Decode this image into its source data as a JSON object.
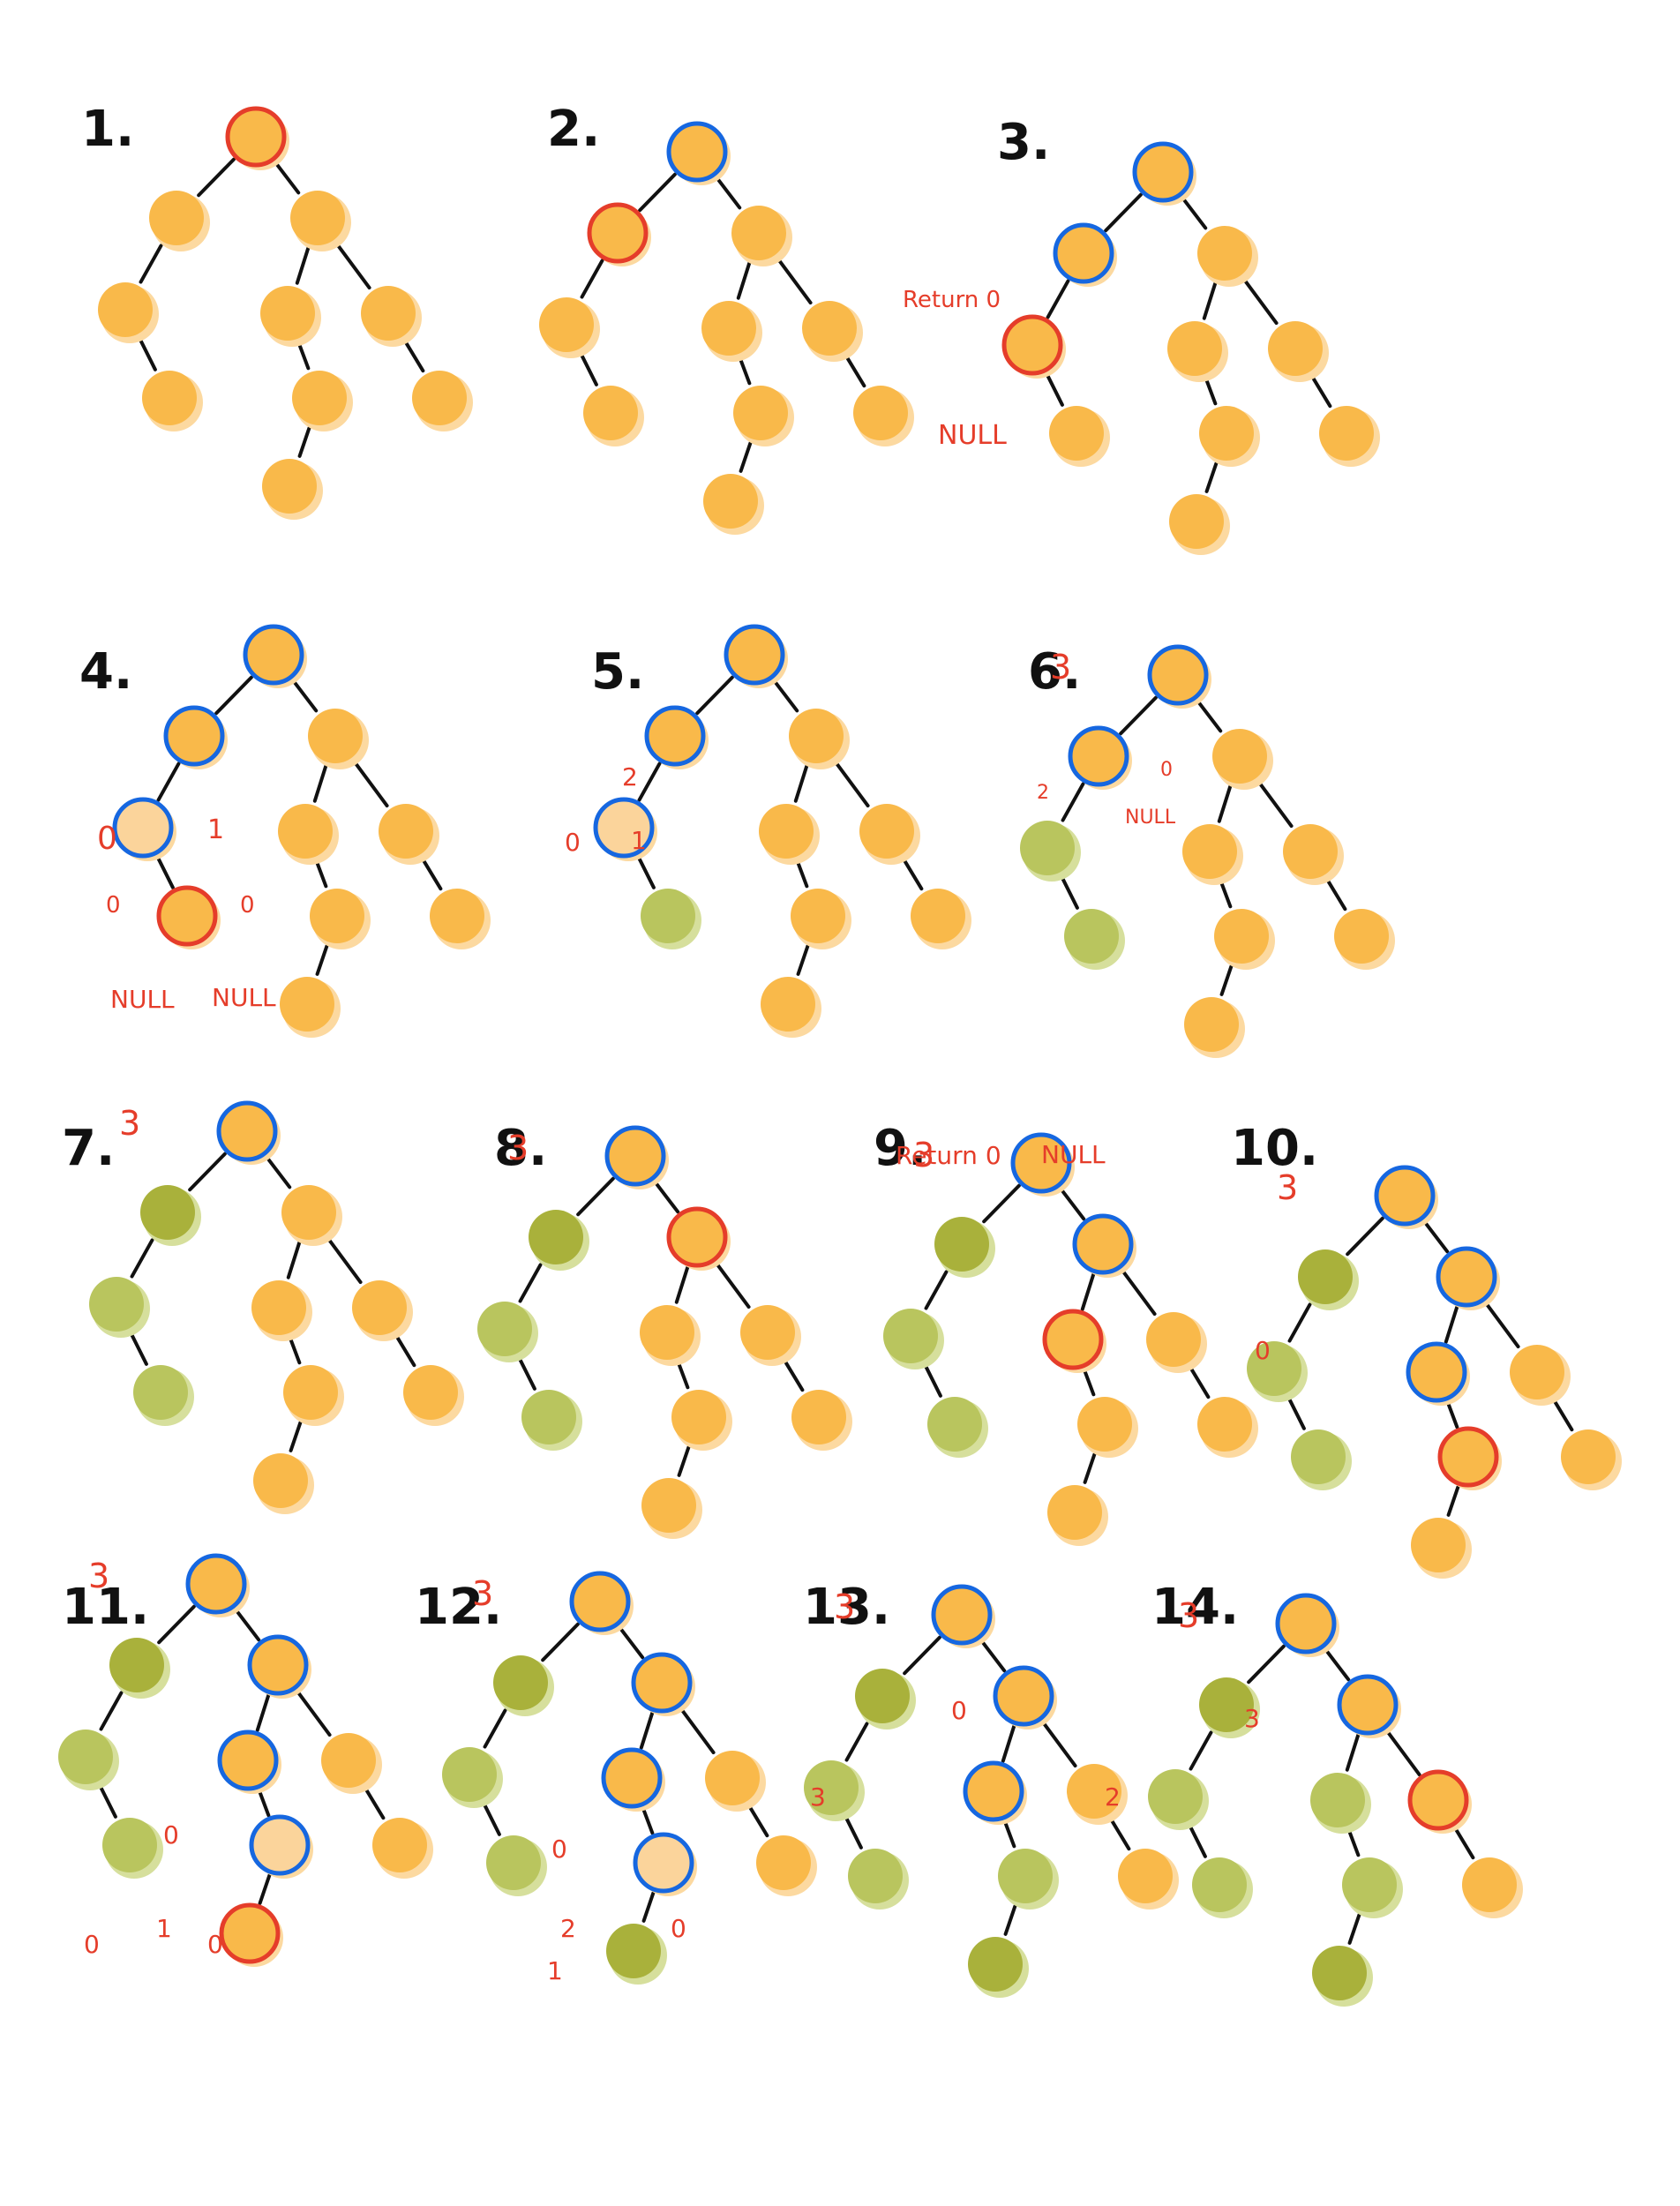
{
  "colors": {
    "node_default": "#f9b94a",
    "node_default_shadow": "#fcd9a0",
    "node_done": "#b9c55e",
    "node_done_dark": "#a9b13b",
    "node_done_shadow": "#d6df9c",
    "node_light": "#fbd49b",
    "current_outline": "#e53d2a",
    "stack_outline": "#1667e0",
    "annotation": "#e53d2a",
    "edge": "#111111",
    "step_label": "#111111"
  },
  "tree": {
    "nodes": [
      "r",
      "a",
      "b",
      "c",
      "d",
      "e",
      "f",
      "g",
      "h"
    ],
    "edges": [
      [
        "r",
        "a"
      ],
      [
        "r",
        "b"
      ],
      [
        "a",
        "c"
      ],
      [
        "c",
        "f"
      ],
      [
        "b",
        "d"
      ],
      [
        "b",
        "e"
      ],
      [
        "d",
        "g"
      ],
      [
        "e",
        "h"
      ],
      [
        "g",
        "i"
      ]
    ]
  },
  "steps": [
    {
      "label": "1.",
      "depth": "",
      "current": "r",
      "stack": [],
      "done": [],
      "done_dark": [],
      "light": [],
      "texts": []
    },
    {
      "label": "2.",
      "depth": "",
      "current": "a",
      "stack": [
        "r"
      ],
      "done": [],
      "done_dark": [],
      "light": [],
      "texts": []
    },
    {
      "label": "3.",
      "depth": "",
      "current": "c",
      "stack": [
        "r",
        "a"
      ],
      "done": [],
      "done_dark": [],
      "light": [],
      "texts": [
        "Return 0",
        "NULL"
      ]
    },
    {
      "label": "4.",
      "depth": "",
      "current": "f",
      "stack": [
        "r",
        "a",
        "c"
      ],
      "done": [],
      "done_dark": [],
      "light": [
        "c"
      ],
      "texts": [
        "0",
        "1",
        "0",
        "0",
        "NULL",
        "NULL"
      ]
    },
    {
      "label": "5.",
      "depth": "",
      "current": "",
      "stack": [
        "r",
        "a",
        "c"
      ],
      "done": [
        "f"
      ],
      "done_dark": [],
      "light": [
        "c"
      ],
      "texts": [
        "2",
        "0",
        "1"
      ]
    },
    {
      "label": "6.",
      "depth": "3",
      "current": "",
      "stack": [
        "r",
        "a"
      ],
      "done": [
        "c",
        "f"
      ],
      "done_dark": [],
      "light": [],
      "texts": [
        "2",
        "0",
        "NULL"
      ]
    },
    {
      "label": "7.",
      "depth": "3",
      "current": "",
      "stack": [
        "r"
      ],
      "done": [
        "c",
        "f"
      ],
      "done_dark": [
        "a"
      ],
      "light": [],
      "texts": []
    },
    {
      "label": "8.",
      "depth": "3",
      "current": "b",
      "stack": [
        "r"
      ],
      "done": [
        "c",
        "f"
      ],
      "done_dark": [
        "a"
      ],
      "light": [],
      "texts": []
    },
    {
      "label": "9.",
      "depth": "3",
      "current": "d",
      "stack": [
        "r",
        "b"
      ],
      "done": [
        "c",
        "f"
      ],
      "done_dark": [
        "a"
      ],
      "light": [],
      "texts": [
        "Return 0",
        "NULL"
      ]
    },
    {
      "label": "10.",
      "depth": "3",
      "current": "g",
      "stack": [
        "r",
        "b",
        "d"
      ],
      "done": [
        "c",
        "f"
      ],
      "done_dark": [
        "a"
      ],
      "light": [],
      "texts": [
        "0"
      ]
    },
    {
      "label": "11.",
      "depth": "3",
      "current": "i",
      "stack": [
        "r",
        "b",
        "d",
        "g"
      ],
      "done": [
        "c",
        "f"
      ],
      "done_dark": [
        "a"
      ],
      "light": [
        "g"
      ],
      "texts": [
        "0",
        "1",
        "0",
        "0"
      ]
    },
    {
      "label": "12.",
      "depth": "3",
      "current": "",
      "stack": [
        "r",
        "b",
        "d",
        "g"
      ],
      "done": [
        "c",
        "f"
      ],
      "done_dark": [
        "a",
        "i"
      ],
      "light": [
        "g"
      ],
      "texts": [
        "0",
        "2",
        "1",
        "0"
      ]
    },
    {
      "label": "13.",
      "depth": "3",
      "current": "",
      "stack": [
        "r",
        "b",
        "d"
      ],
      "done": [
        "c",
        "f",
        "g"
      ],
      "done_dark": [
        "a",
        "i"
      ],
      "light": [],
      "texts": [
        "3",
        "0",
        "2"
      ]
    },
    {
      "label": "14.",
      "depth": "3",
      "current": "e",
      "stack": [
        "r",
        "b"
      ],
      "done": [
        "c",
        "f",
        "d",
        "g"
      ],
      "done_dark": [
        "a",
        "i"
      ],
      "light": [],
      "texts": [
        "3"
      ]
    }
  ]
}
